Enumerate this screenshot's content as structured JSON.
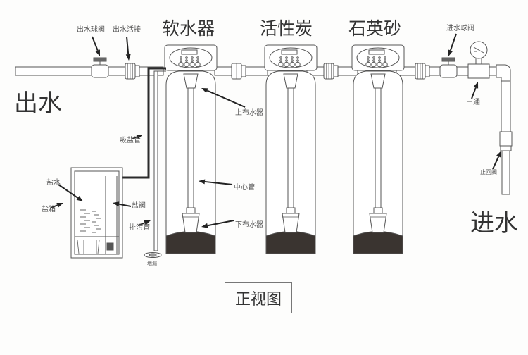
{
  "diagram": {
    "caption": "正视图",
    "tanks": [
      {
        "id": "softener",
        "title": "软水器"
      },
      {
        "id": "activated-carbon",
        "title": "活性炭"
      },
      {
        "id": "quartz-sand",
        "title": "石英砂"
      }
    ],
    "ends": {
      "outlet": "出水",
      "inlet": "进水"
    },
    "labels": {
      "outlet_ball_valve": "出水球阀",
      "outlet_union": "出水活接",
      "inlet_ball_valve": "进水球阀",
      "tee": "三通",
      "check_valve": "止回阀",
      "upper_distributor": "上布水器",
      "center_pipe": "中心管",
      "lower_distributor": "下布水器",
      "brine_suction_pipe": "吸盐管",
      "brine": "盐水",
      "brine_tank": "盐箱",
      "brine_valve": "盐阀",
      "drain_pipe": "排污管",
      "floor_drain": "地漏"
    },
    "colors": {
      "line": "#555555",
      "media": "#3a3430",
      "brine_pipe": "#2b2b2b",
      "background": "#fdfdfc"
    }
  }
}
